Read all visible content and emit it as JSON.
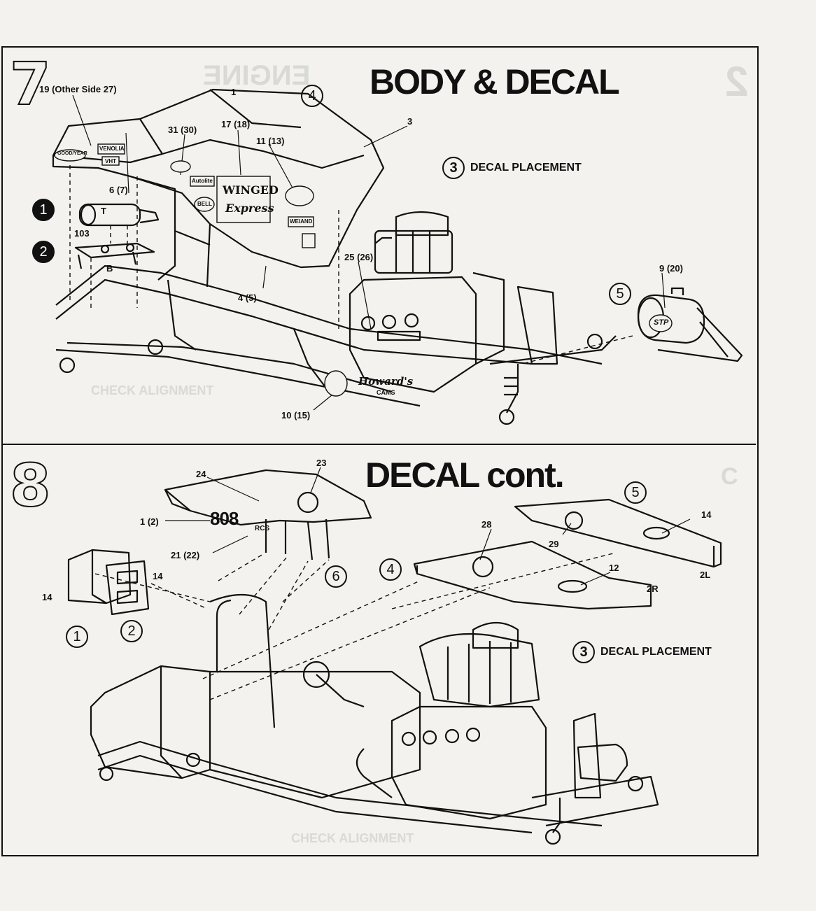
{
  "steps": [
    {
      "number": "7",
      "title": "BODY & DECAL",
      "placement": {
        "num": "3",
        "text": "DECAL PLACEMENT"
      },
      "sub_steps": [
        "1",
        "2",
        "4",
        "5"
      ],
      "labels": {
        "l19": "19 (Other Side 27)",
        "l1": "1",
        "l31": "31 (30)",
        "l17": "17 (18)",
        "l11": "11 (13)",
        "l3": "3",
        "l6": "6 (7)",
        "l103": "103",
        "lT": "T",
        "lB": "B",
        "l25": "25 (26)",
        "l4": "4 (5)",
        "l9": "9 (20)",
        "l10": "10 (15)"
      },
      "decals": {
        "goodyear": "GOOD/YEAR",
        "venolia": "VENOLIA",
        "vht": "VHT",
        "autolite": "Autolite",
        "bell": "BELL",
        "winged": "WINGED",
        "express": "Express",
        "weiand": "WEIAND",
        "howards": "Howard's",
        "cams": "CAMS",
        "stp": "STP"
      }
    },
    {
      "number": "8",
      "title": "DECAL cont.",
      "placement": {
        "num": "3",
        "text": "DECAL PLACEMENT"
      },
      "sub_steps": [
        "1",
        "2",
        "4",
        "5",
        "6"
      ],
      "labels": {
        "l23": "23",
        "l24": "24",
        "l1_2": "1 (2)",
        "l21": "21 (22)",
        "l14a": "14",
        "l14b": "14",
        "l28": "28",
        "l29": "29",
        "l14c": "14",
        "l12": "12",
        "l2R": "2R",
        "l2L": "2L"
      },
      "decals": {
        "number_808": "808",
        "rcs": "RCS"
      }
    }
  ],
  "colors": {
    "ink": "#111111",
    "paper": "#f3f2ee",
    "bleed": "#d9d9d5"
  }
}
